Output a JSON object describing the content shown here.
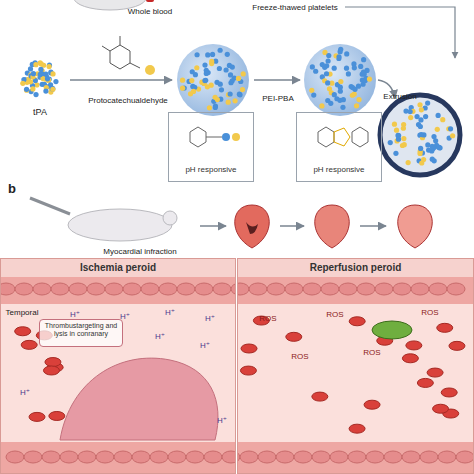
{
  "diagram": {
    "nodes": [
      {
        "text": [
          "Ischemia peroid"
        ]
      },
      {
        "text": [
          "Reperfusion peroid"
        ]
      },
      {
        "text": [
          "pH responsive"
        ]
      },
      {
        "text": [
          "pH responsive"
        ]
      },
      {
        "text": [
          "Thrombustargeting and lysis in conranary"
        ],
        "in": 0
      }
    ],
    "labels": [
      "Whole blood",
      "Freeze-thawed platelets",
      "Extrusion",
      "tPA",
      "Protocatechualdehyde",
      "PEI-PBA",
      "b",
      "Myocardial infraction",
      "Temporal",
      "ROS",
      "ROS",
      "ROS",
      "ROS",
      "ROS",
      "H⁺",
      "H⁺",
      "H⁺",
      "H⁺",
      "H⁺",
      "H⁺",
      "H⁺",
      "H⁺"
    ]
  }
}
